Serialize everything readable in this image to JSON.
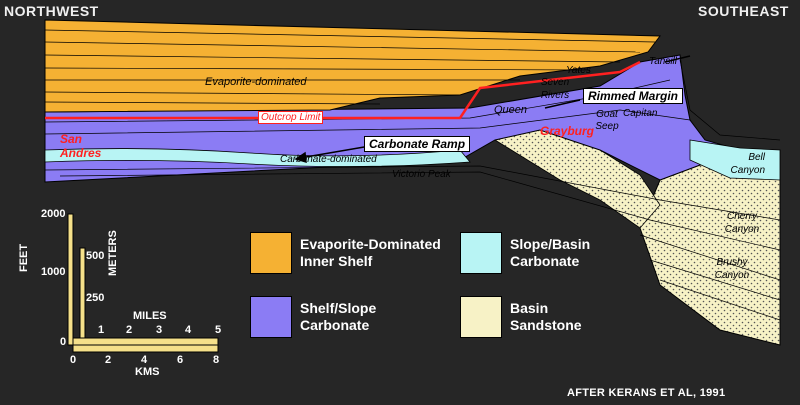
{
  "header": {
    "left": "NORTHWEST",
    "right": "SOUTHEAST"
  },
  "colors": {
    "evaporite": "#f5b133",
    "shelf_slope": "#8b7cf4",
    "slope_basin": "#b8f4f4",
    "basin_sandstone": "#f7f2c6",
    "marker_red": "#ff2020"
  },
  "cross_section": {
    "evaporite_label": "Evaporite-dominated",
    "outcrop_limit": "Outcrop Limit",
    "san_andres": "San Andres",
    "carbonate_ramp": "Carbonate Ramp",
    "carbonate_dominated": "Carbonate-dominated",
    "victorio_peak": "Victorio Peak",
    "grayburg": "Grayburg",
    "queen": "Queen",
    "seven_rivers": "Seven Rivers",
    "yates": "Yates",
    "tansill": "Tansill",
    "rimmed_margin": "Rimmed Margin",
    "goat_seep": "Goat Seep",
    "capitan": "Capitan",
    "bell_canyon": "Bell Canyon",
    "cherry_canyon": "Cherry Canyon",
    "brushy_canyon": "Brushy Canyon"
  },
  "scale": {
    "feet_label": "FEET",
    "meters_label": "METERS",
    "miles_label": "MILES",
    "kms_label": "KMS",
    "feet_ticks": [
      "2000",
      "1000",
      "0"
    ],
    "meter_ticks": [
      "500",
      "250"
    ],
    "mile_ticks": [
      "1",
      "2",
      "3",
      "4",
      "5"
    ],
    "km_ticks": [
      "0",
      "2",
      "4",
      "6",
      "8"
    ]
  },
  "legend": [
    {
      "key": "evaporite",
      "line1": "Evaporite-Dominated",
      "line2": "Inner Shelf"
    },
    {
      "key": "slope_basin",
      "line1": "Slope/Basin",
      "line2": "Carbonate"
    },
    {
      "key": "shelf_slope",
      "line1": "Shelf/Slope",
      "line2": "Carbonate"
    },
    {
      "key": "basin_sandstone",
      "line1": "Basin",
      "line2": "Sandstone"
    }
  ],
  "credit": "AFTER KERANS ET AL, 1991"
}
